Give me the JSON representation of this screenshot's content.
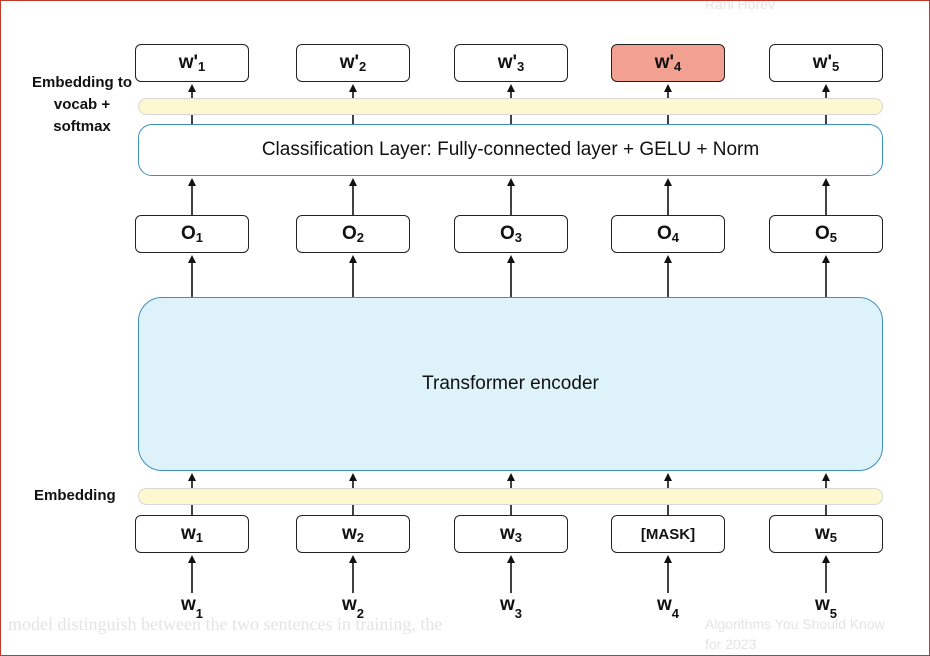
{
  "diagram": {
    "output_tokens": [
      {
        "base": "w'",
        "sub": "1",
        "highlighted": false
      },
      {
        "base": "w'",
        "sub": "2",
        "highlighted": false
      },
      {
        "base": "w'",
        "sub": "3",
        "highlighted": false
      },
      {
        "base": "w'",
        "sub": "4",
        "highlighted": true
      },
      {
        "base": "w'",
        "sub": "5",
        "highlighted": false
      }
    ],
    "vocab_label": "Embedding to vocab + softmax",
    "classification_layer": "Classification Layer: Fully-connected layer + GELU + Norm",
    "encoder_outputs": [
      {
        "base": "O",
        "sub": "1"
      },
      {
        "base": "O",
        "sub": "2"
      },
      {
        "base": "O",
        "sub": "3"
      },
      {
        "base": "O",
        "sub": "4"
      },
      {
        "base": "O",
        "sub": "5"
      }
    ],
    "encoder_label": "Transformer encoder",
    "embedding_label": "Embedding",
    "masked_inputs": [
      {
        "base": "w",
        "sub": "1"
      },
      {
        "base": "w",
        "sub": "2"
      },
      {
        "base": "w",
        "sub": "3"
      },
      {
        "base": "[MASK]",
        "sub": ""
      },
      {
        "base": "w",
        "sub": "5"
      }
    ],
    "raw_inputs": [
      {
        "base": "w",
        "sub": "1"
      },
      {
        "base": "w",
        "sub": "2"
      },
      {
        "base": "w",
        "sub": "3"
      },
      {
        "base": "w",
        "sub": "4"
      },
      {
        "base": "w",
        "sub": "5"
      }
    ],
    "colors": {
      "highlight": "#f2a092",
      "encoder_fill": "#def3f9",
      "encoder_border": "#3d8fbf",
      "band_fill": "#fdf8cf"
    }
  },
  "background": {
    "top_right_author": "Rani Horev",
    "bottom_left_text": "model distinguish between the two sentences in training, the",
    "bottom_right_text_1": "Algorithms You Should Know",
    "bottom_right_text_2": "for 2023"
  }
}
